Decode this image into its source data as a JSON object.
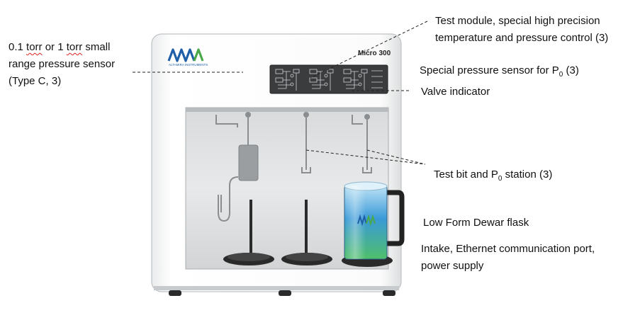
{
  "brand": {
    "logo_text": "AMW",
    "logo_subtext": "ALTAMIRA INSTRUMENTS",
    "model": "Micro 300",
    "flask_logo": "AMW"
  },
  "labels": {
    "left_sensor": {
      "word1": "0.1",
      "word2": "torr",
      "word3": "or 1",
      "word4": "torr",
      "word5": "small",
      "line2": "range pressure sensor",
      "line3": "(Type C, 3)"
    },
    "test_module": {
      "line1": "Test module, special high precision",
      "line2": "temperature and pressure control (3)"
    },
    "p0_sensor": {
      "prefix": "Special pressure sensor for P",
      "sub": "0",
      "suffix": " (3)"
    },
    "valve_indicator": "Valve indicator",
    "test_bit": {
      "prefix": "Test bit and P",
      "sub": "0",
      "suffix": " station (3)"
    },
    "dewar": "Low Form Dewar flask",
    "ports": {
      "line1": "Intake, Ethernet communication port,",
      "line2": "power supply"
    }
  },
  "colors": {
    "spellcheck_underline": "#d22",
    "logo_blue": "#1f5fa8",
    "logo_green": "#4aa84a",
    "flask_blue": "#3a9ad8",
    "flask_green": "#6cc070"
  }
}
